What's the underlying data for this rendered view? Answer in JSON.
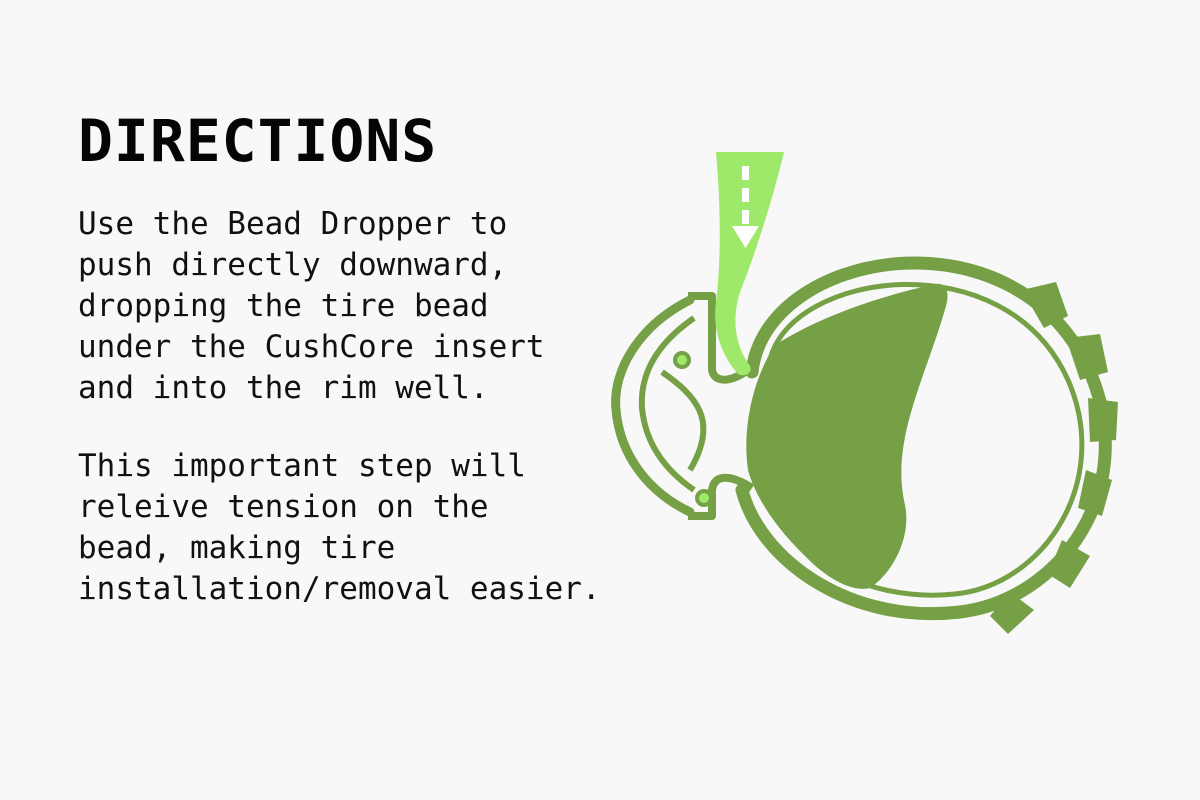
{
  "heading": "DIRECTIONS",
  "paragraph_1": [
    "Use the Bead Dropper to",
    "push directly downward,",
    "dropping the tire bead",
    "under the CushCore insert",
    "and into the rim well."
  ],
  "paragraph_2": [
    "This important step will",
    "releive tension on the",
    "bead, making tire",
    "installation/removal easier."
  ],
  "colors": {
    "background": "#f8f8f8",
    "text": "#111111",
    "tire_green": "#76a046",
    "tool_green": "#9ee86a"
  },
  "icons": {
    "diagram": "tire-cross-section-diagram",
    "tool": "bead-dropper-tool-icon",
    "arrow": "down-arrow-icon"
  }
}
